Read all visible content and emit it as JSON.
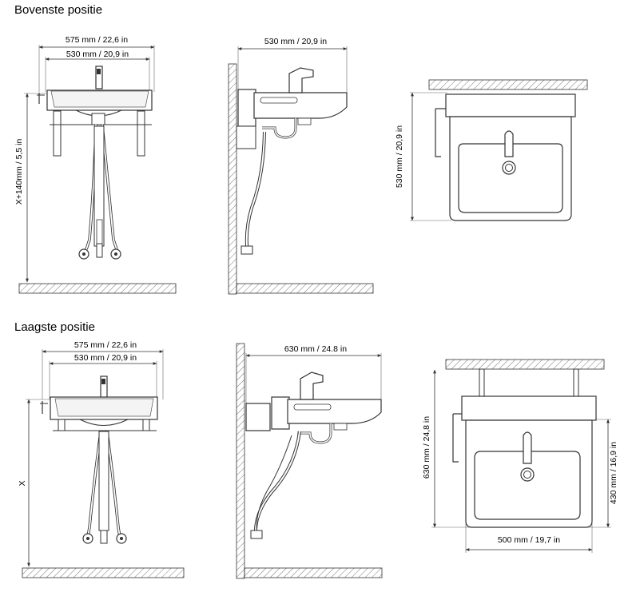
{
  "sections": {
    "top_title": "Bovenste  positie",
    "bottom_title": "Laagste  positie"
  },
  "top": {
    "front_outer_width": "575 mm / 22,6 in",
    "front_inner_width": "530 mm / 20,9 in",
    "front_height": "X+140mm / 5,5 in",
    "side_depth": "530 mm / 20,9 in",
    "plan_depth": "530 mm / 20,9 in"
  },
  "bottom": {
    "front_outer_width": "575 mm / 22,6 in",
    "front_inner_width": "530 mm / 20,9 in",
    "front_height": "X",
    "side_depth": "630 mm / 24.8 in",
    "plan_depth": "630 mm / 24,8 in",
    "plan_bowl_depth": "430 mm / 16,9 in",
    "plan_width": "500 mm / 19,7 in"
  }
}
